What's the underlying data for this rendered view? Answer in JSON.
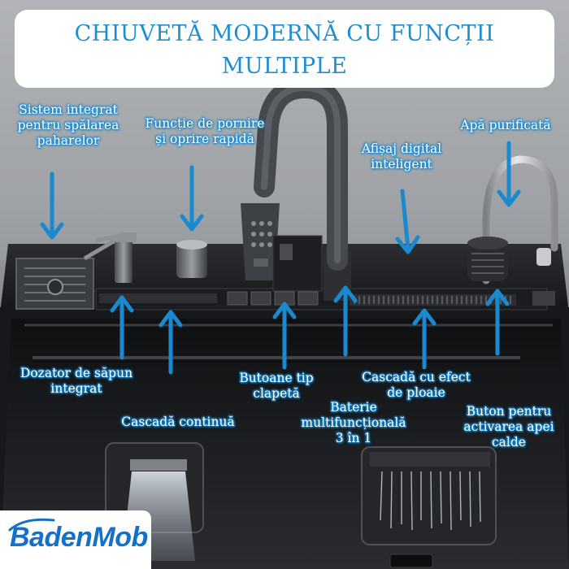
{
  "title": {
    "line1": "CHIUVETĂ MODERNĂ CU FUNCȚII",
    "line2": "MULTIPLE"
  },
  "labels": {
    "glass_wash": [
      "Sistem integrat",
      "pentru spălarea",
      "paharelor"
    ],
    "quick_start": [
      "Funcție de pornire",
      "și oprire rapidă"
    ],
    "digital_display": [
      "Afișaj digital",
      "inteligent"
    ],
    "purified_water": [
      "Apă purificată"
    ],
    "soap_dispenser": [
      "Dozator de săpun",
      "integrat"
    ],
    "continuous_cascade": [
      "Cascadă continuă"
    ],
    "flap_buttons": [
      "Butoane tip",
      "clapetă"
    ],
    "multifunction_faucet": [
      "Baterie",
      "multifuncțională",
      "3 în 1"
    ],
    "rain_cascade": [
      "Cascadă cu efect",
      "de ploaie"
    ],
    "hot_water_button": [
      "Buton pentru",
      "activarea apei",
      "calde"
    ]
  },
  "brand": {
    "name": "BadenMob"
  },
  "colors": {
    "title_text": "#1d8fd1",
    "label_glow": "#1a8ad0",
    "arrow": "#1a8ad0",
    "sink_body": "#1c1d20",
    "logo": "#1570c8"
  }
}
